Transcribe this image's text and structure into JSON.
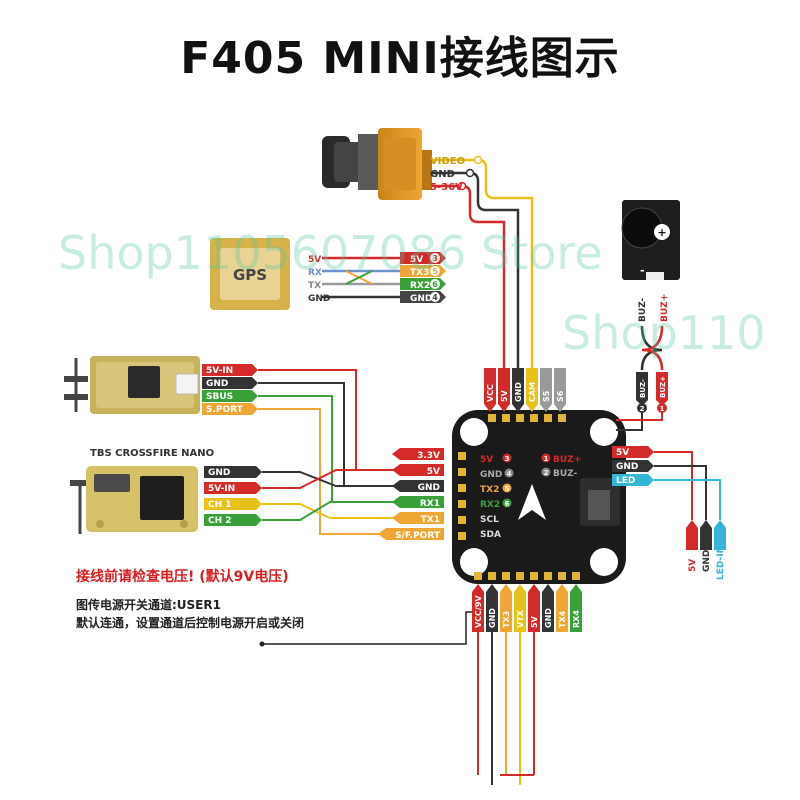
{
  "title": "F405 MINI接线图示",
  "watermark": {
    "line1": "Shop1105607086 Store",
    "line2": "Shop110"
  },
  "colors": {
    "red": "#d42a2a",
    "black": "#333333",
    "yellow": "#e8c21b",
    "orange": "#e87a1a",
    "green": "#3aa13a",
    "gray": "#8a8a8a",
    "cyan": "#35b6d6",
    "board": "#1a1a1a"
  },
  "vtx": {
    "labels": [
      "VIDEO",
      "GND",
      "5-36V"
    ]
  },
  "gps": {
    "name": "GPS",
    "left_pins": [
      "5V",
      "RX",
      "TX",
      "GND"
    ],
    "right_pins": [
      "5V",
      "TX3",
      "RX2",
      "GND"
    ],
    "badges": [
      "3",
      "5",
      "6",
      "4"
    ]
  },
  "receiver": {
    "pins": [
      "5V-IN",
      "GND",
      "SBUS",
      "S.PORT"
    ]
  },
  "crossfire": {
    "name": "TBS CROSSFIRE NANO",
    "pins": [
      "GND",
      "5V-IN",
      "CH 1",
      "CH 2"
    ]
  },
  "fc_left_arrows": [
    "3.3V",
    "5V",
    "GND",
    "RX1",
    "TX1",
    "S/F.PORT"
  ],
  "fc_top": [
    "VCC",
    "5V",
    "GND",
    "CAM",
    "S5",
    "S6"
  ],
  "fc_bottom": [
    "VCC/9V",
    "GND",
    "TX3",
    "VTX",
    "5V",
    "GND",
    "TX4",
    "RX4"
  ],
  "fc_board_left": [
    "5V",
    "GND",
    "TX2",
    "RX2",
    "SCL",
    "SDA"
  ],
  "fc_board_left_badges": [
    "3",
    "4",
    "5",
    "6"
  ],
  "fc_board_right": [
    "BUZ+",
    "BUZ-"
  ],
  "fc_board_right_badges": [
    "1",
    "2"
  ],
  "buzzer": {
    "pins": [
      "BUZ-",
      "BUZ+"
    ],
    "wires": [
      "BUZ-",
      "BUZ+"
    ],
    "badges": [
      "2",
      "1"
    ]
  },
  "led": {
    "pins": [
      "5V",
      "GND",
      "LED"
    ],
    "bottom": [
      "5V",
      "GND",
      "LED-IN"
    ]
  },
  "notes": {
    "warning": "接线前请检查电压! (默认9V电压)",
    "line1": "图传电源开关通道:USER1",
    "line2": "默认连通，设置通道后控制电源开启或关闭"
  }
}
